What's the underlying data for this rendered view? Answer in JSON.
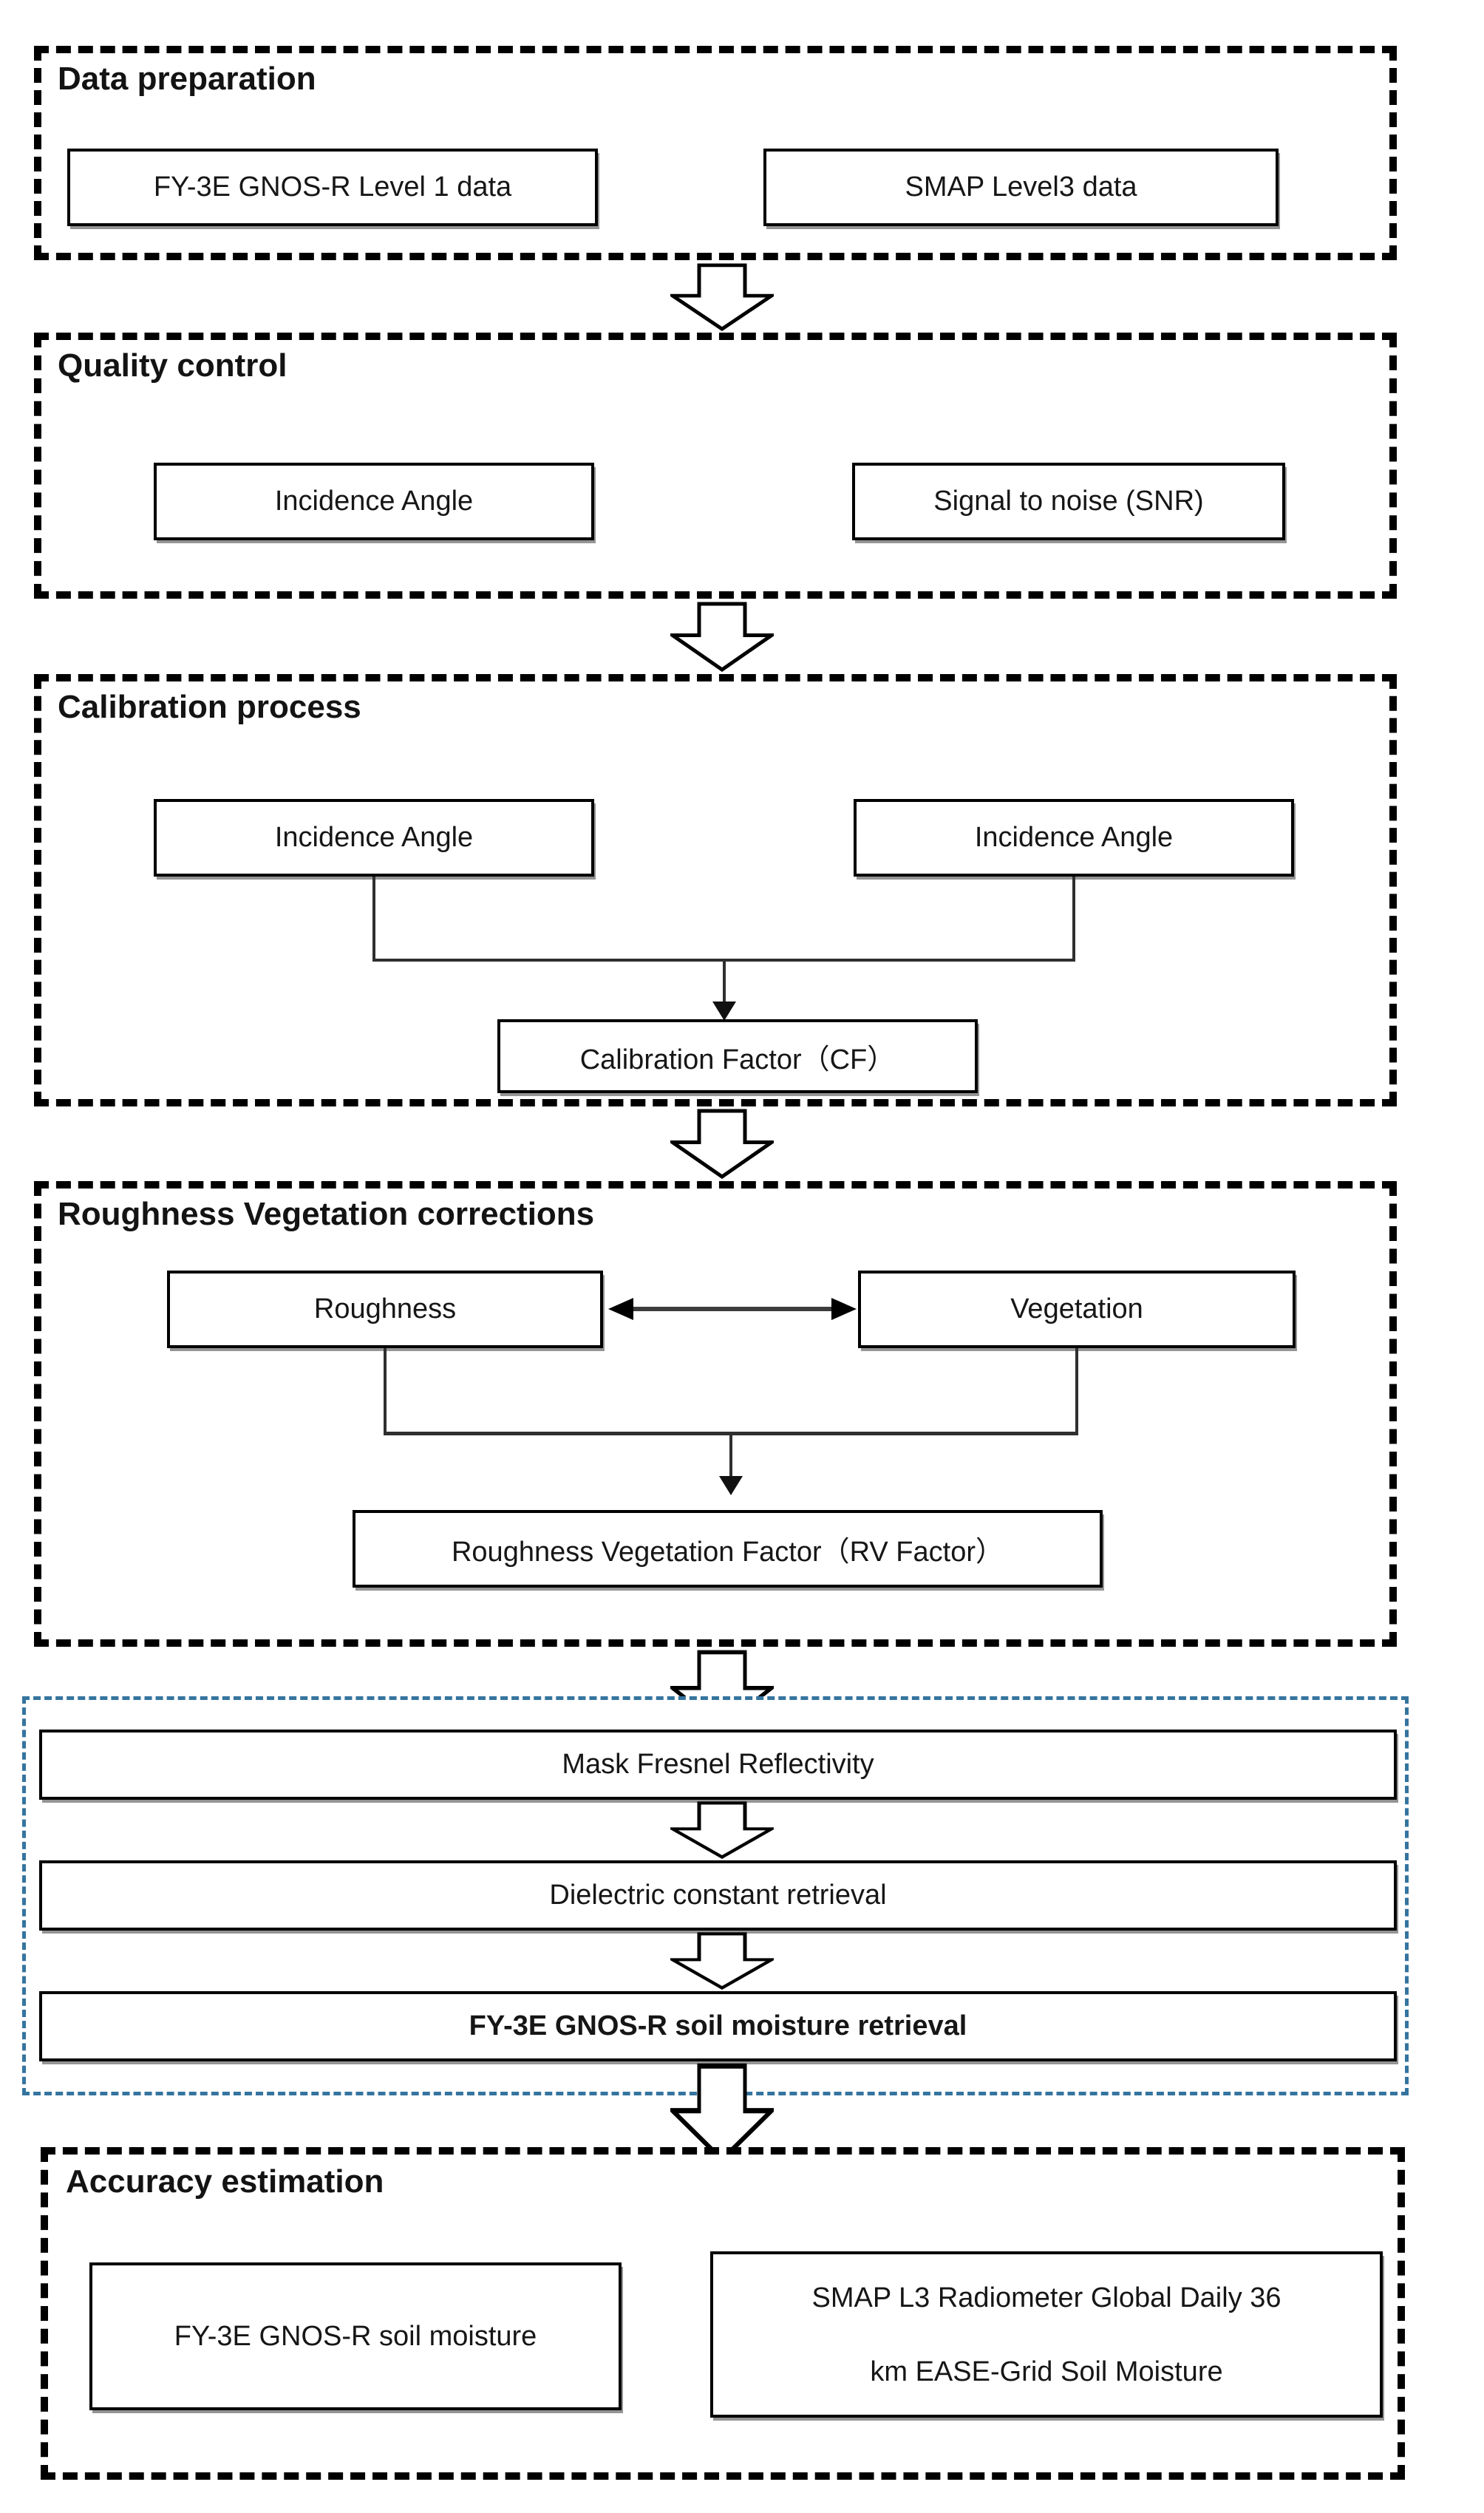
{
  "colors": {
    "background": "#ffffff",
    "section_dash_border": "#000000",
    "retrieval_dash_border": "#35749f",
    "box_border": "#000000",
    "box_shadow": "#949494",
    "text": "#131313"
  },
  "sections": {
    "data_preparation": {
      "title": "Data preparation",
      "box_left": "FY-3E GNOS-R Level 1 data",
      "box_right": "SMAP Level3 data"
    },
    "quality_control": {
      "title": "Quality control",
      "box_left": "Incidence Angle",
      "box_right": "Signal to noise (SNR)"
    },
    "calibration_process": {
      "title": "Calibration process",
      "box_left": "Incidence Angle",
      "box_right": "Incidence Angle",
      "result_box": "Calibration Factor（CF）"
    },
    "roughness_vegetation": {
      "title": "Roughness Vegetation corrections",
      "box_left": "Roughness",
      "box_right": "Vegetation",
      "result_box": "Roughness Vegetation Factor（RV Factor）"
    },
    "retrieval_pipeline": {
      "step_1": "Mask Fresnel Reflectivity",
      "step_2": "Dielectric constant retrieval",
      "step_3": "FY-3E GNOS-R soil moisture retrieval"
    },
    "accuracy_estimation": {
      "title": "Accuracy estimation",
      "box_left": "FY-3E GNOS-R soil moisture",
      "box_right_line_1": "SMAP L3 Radiometer Global Daily 36",
      "box_right_line_2": "km EASE-Grid Soil Moisture"
    }
  }
}
